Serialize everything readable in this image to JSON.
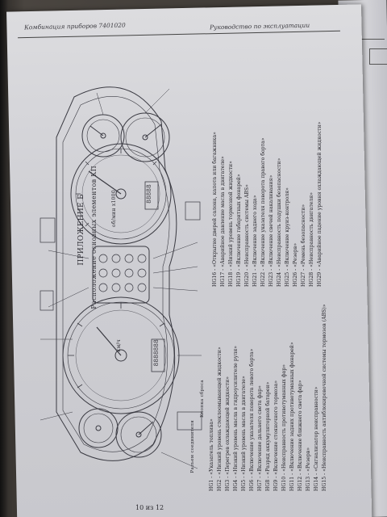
{
  "header": {
    "left": "Комбинация приборов 7401020",
    "right": "Руководство по эксплуатации"
  },
  "appendix": {
    "label": "ПРИЛОЖЕНИЕ Б",
    "subtitle": "Расположение основных элементов КП"
  },
  "legend_left": [
    "HG1 - «Указатель топлива»",
    "HG2 - «Низкий уровень стеклоомывающей жидкости»",
    "HG3 - «Перегрев охлаждающей жидкости»",
    "HG4 - «Низкий уровень масла в гидроусилителе руля»",
    "HG5 - «Низкий уровень масла в двигателе»",
    "HG6 - «Включение указателя поворота левого борта»",
    "HG7 - «Включение дальнего света фар»",
    "HG8 - «Разряд аккумуляторной батареи»",
    "HG9 - «Включение стояночного тормоза»",
    "HG10 - «Неисправность противотуманных фар»",
    "HG11 - «Включение задних противотуманных фонарей»",
    "HG12 - «Включение ближнего света фар»",
    "HG13 - «Резерв»",
    "HG14 - «Сигнализатор неисправности»",
    "HG15 - «Неисправность антиблокировочной системы тормозов (ABS)»"
  ],
  "legend_right": [
    "HG16 - «Открытие дверей салона, капота или багажника»",
    "HG17 - «Аварийное давление масла в двигателе»",
    "HG18 - «Низкий уровень тормозной жидкости»",
    "HG19 - «Включение габаритных фонарей»",
    "HG20 - «Неисправность системы ABS»",
    "HG21 - «Включение заднего хода»",
    "HG22 - «Включение указателя поворота правого борта»",
    "HG23 - «Включение свечей накаливания»",
    "HG24 - «Неисправность подушки безопасности»",
    "HG25 - «Включение круиз-контроля»",
    "HG26 - «Резерв»",
    "HG27 - «Ремень безопасности»",
    "HG28 - «Неисправность двигателя»",
    "HG29 - «Аварийное падение уровня охлаждающей жидкости»"
  ],
  "drawing": {
    "tacho_label": "об/мин х1000",
    "odometer": "88888",
    "speedo_label": "км/ч",
    "trip": "8888888",
    "connector_label": "Разъем соединителя",
    "reset_label": "Кнопка сброса"
  },
  "footer": {
    "page": "10 из 12"
  },
  "colors": {
    "paper": "#d3d3d8",
    "ink": "#2b2a2f"
  }
}
